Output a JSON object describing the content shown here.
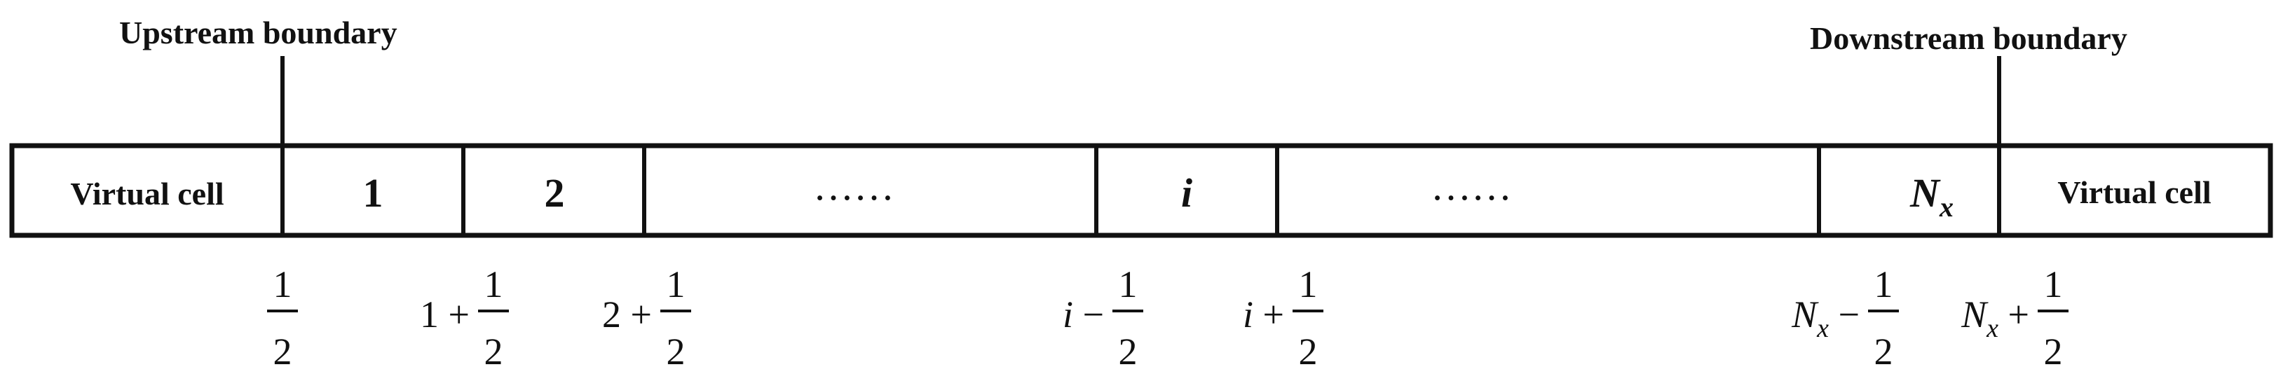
{
  "boundaries": {
    "upstream": "Upstream boundary",
    "downstream": "Downstream boundary"
  },
  "cells": [
    {
      "id": "virtual-left",
      "label": "Virtual cell",
      "style": "bold"
    },
    {
      "id": "cell-1",
      "label": "1",
      "style": "bold"
    },
    {
      "id": "cell-2",
      "label": "2",
      "style": "bold"
    },
    {
      "id": "ellipsis-1",
      "label": "……",
      "style": "normal"
    },
    {
      "id": "cell-i",
      "label": "i",
      "style": "bolditalic"
    },
    {
      "id": "ellipsis-2",
      "label": "……",
      "style": "normal"
    },
    {
      "id": "cell-nx",
      "label": "N",
      "sub": "x",
      "style": "bolditalic"
    },
    {
      "id": "virtual-right",
      "label": "Virtual cell",
      "style": "bold"
    }
  ],
  "faces": [
    {
      "id": "face-half",
      "prefix": "",
      "sub": "",
      "op": "",
      "num": "1",
      "den": "2"
    },
    {
      "id": "face-1-plus-half",
      "prefix": "1",
      "sub": "",
      "op": "+",
      "num": "1",
      "den": "2"
    },
    {
      "id": "face-2-plus-half",
      "prefix": "2",
      "sub": "",
      "op": "+",
      "num": "1",
      "den": "2"
    },
    {
      "id": "face-i-minus-half",
      "prefix": "i",
      "sub": "",
      "op": "−",
      "num": "1",
      "den": "2"
    },
    {
      "id": "face-i-plus-half",
      "prefix": "i",
      "sub": "",
      "op": "+",
      "num": "1",
      "den": "2"
    },
    {
      "id": "face-nx-minus-half",
      "prefix": "N",
      "sub": "x",
      "op": "−",
      "num": "1",
      "den": "2"
    },
    {
      "id": "face-nx-plus-half",
      "prefix": "N",
      "sub": "x",
      "op": "+",
      "num": "1",
      "den": "2"
    }
  ]
}
